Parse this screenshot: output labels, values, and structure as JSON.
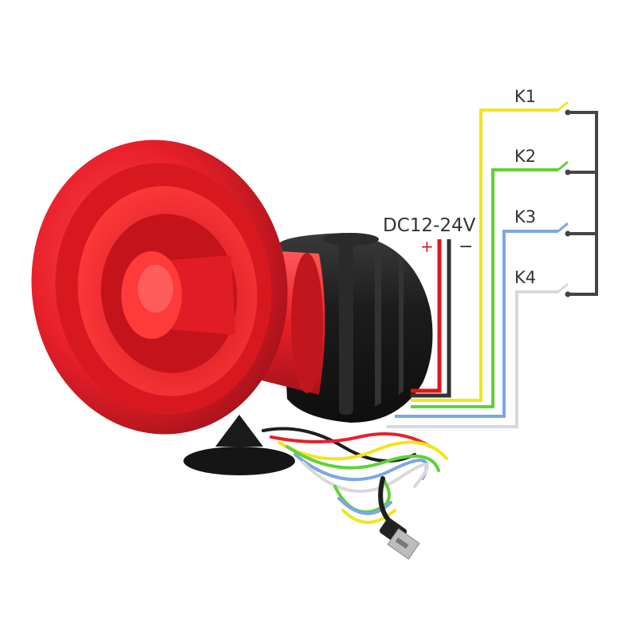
{
  "power": {
    "label": "DC12-24V",
    "positive_symbol": "+",
    "negative_symbol": "−",
    "positive_color": "#e0141e",
    "negative_color": "#333333"
  },
  "switches": [
    {
      "label": "K1",
      "wire_color": "#f2e51c"
    },
    {
      "label": "K2",
      "wire_color": "#5fd236"
    },
    {
      "label": "K3",
      "wire_color": "#7ca6e6"
    },
    {
      "label": "K4",
      "wire_color": "#d9d9d9"
    }
  ],
  "common_wire_color": "#444444",
  "colors": {
    "horn_red": "#e8202a",
    "horn_dark": "#b3141c",
    "body_black": "#1e1e1e"
  }
}
